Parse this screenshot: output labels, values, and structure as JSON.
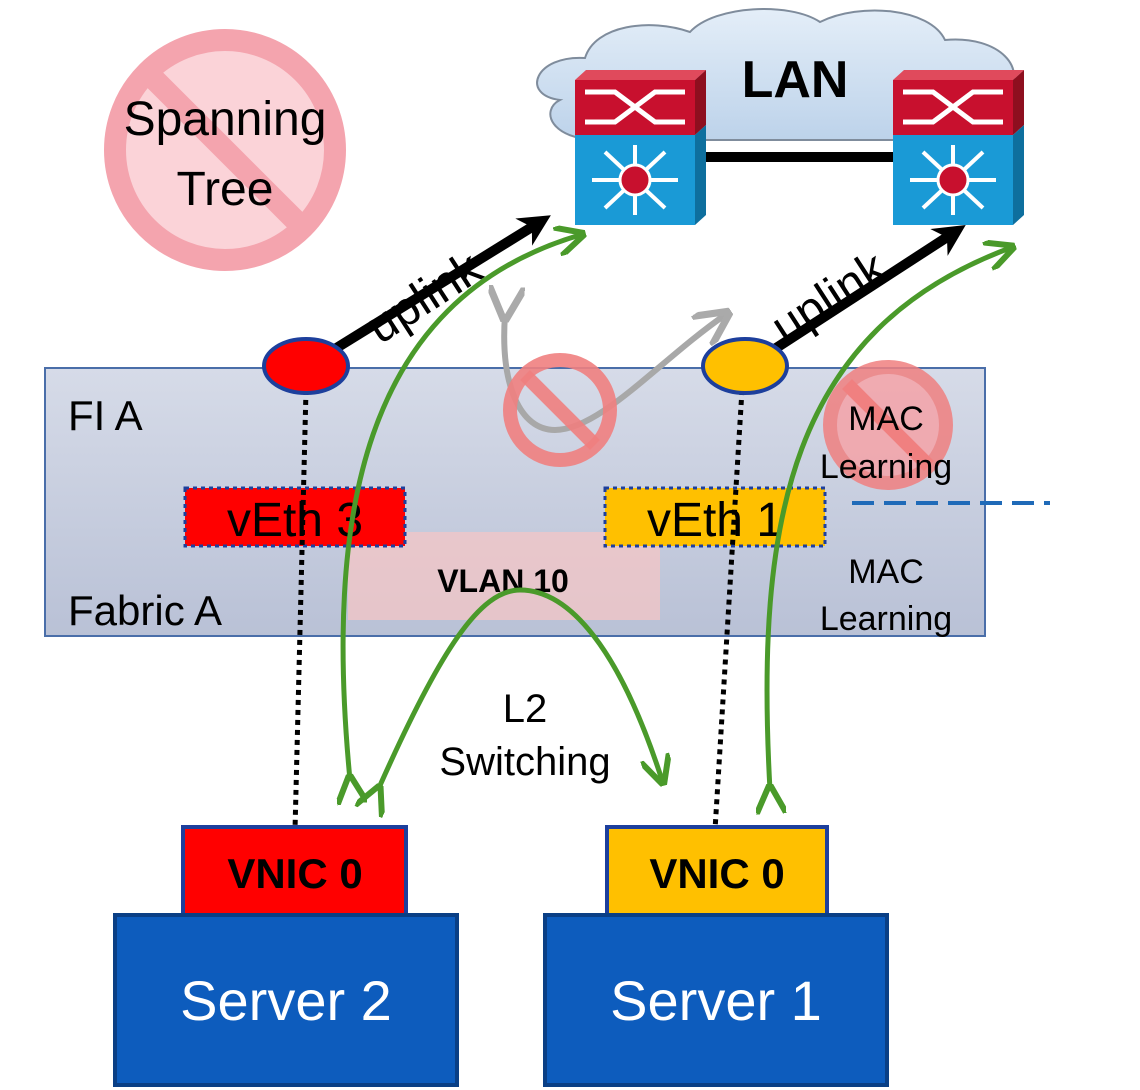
{
  "cloud": {
    "label": "LAN"
  },
  "spanning_tree": {
    "line1": "Spanning",
    "line2": "Tree"
  },
  "uplinks": {
    "left_label": "uplink",
    "right_label": "uplink"
  },
  "fabric": {
    "title": "FI A",
    "subtitle": "Fabric A"
  },
  "vlan": {
    "label": "VLAN 10"
  },
  "veth_left": {
    "label": "vEth 3"
  },
  "veth_right": {
    "label": "vEth 1"
  },
  "mac_learning_disabled": {
    "line1": "MAC",
    "line2": "Learning"
  },
  "mac_learning": {
    "line1": "MAC",
    "line2": "Learning"
  },
  "l2_switching": {
    "line1": "L2",
    "line2": "Switching"
  },
  "vnic_left": {
    "label": "VNIC 0"
  },
  "vnic_right": {
    "label": "VNIC 0"
  },
  "server_left": {
    "label": "Server 2"
  },
  "server_right": {
    "label": "Server 1"
  },
  "colors": {
    "red": "#ff0000",
    "yellow": "#ffc000",
    "server_blue": "#0d5cbd",
    "switch_blue": "#1a9ad6",
    "switch_red": "#c8102e",
    "green_arrow": "#4a9a2a",
    "no_symbol": "#f08080"
  },
  "icons": {
    "switch": "multilayer-switch-icon",
    "prohibited": "prohibited-icon",
    "uplink_port": "port-icon"
  }
}
